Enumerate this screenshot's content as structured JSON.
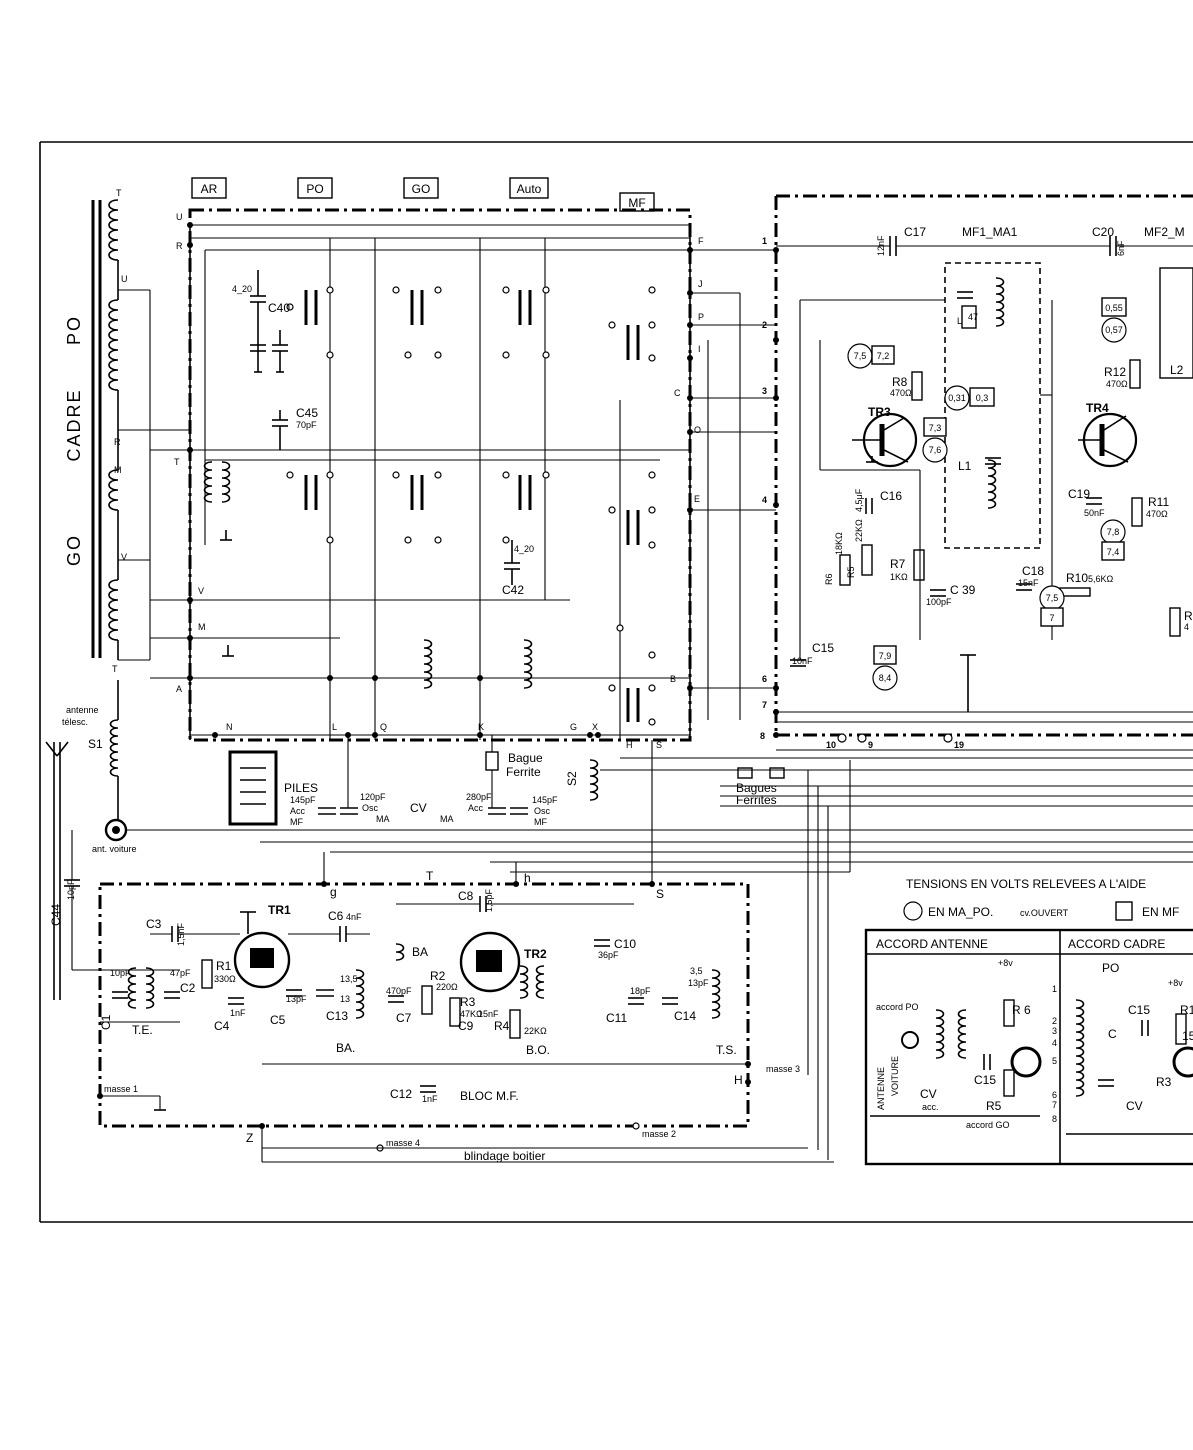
{
  "band_tabs": [
    "AR",
    "PO",
    "GO",
    "Auto"
  ],
  "mf_tab": "MF",
  "cadre": {
    "po": "PO",
    "cadre": "CADRE",
    "go": "GO"
  },
  "node_letters": {
    "t1": "T",
    "u1": "U",
    "u2": "U",
    "r1": "R",
    "r2": "R",
    "t2": "T",
    "m1": "M",
    "v1": "V",
    "v2": "V",
    "m2": "M",
    "t3": "T",
    "a": "A",
    "n": "N",
    "l": "L",
    "q": "Q",
    "k": "K",
    "g": "G",
    "x": "X",
    "h": "H",
    "s": "S",
    "f": "F",
    "j": "J",
    "p": "P",
    "i": "I",
    "c": "C",
    "o": "O",
    "e": "E",
    "b": "B",
    "n1": "1",
    "n2": "2",
    "n3": "3",
    "n4": "4",
    "n6": "6",
    "n7": "7",
    "n8": "8",
    "n9": "9",
    "n10": "10",
    "n19": "19"
  },
  "components": {
    "c40": "C40",
    "c40v": "4_20",
    "c45": "C45",
    "c45v": "70pF",
    "c42": "C42",
    "c42v": "4_20",
    "c17": "C17",
    "c17v": "12nF",
    "c20": "C20",
    "c20v": "6nF",
    "mf1": "MF1_MA1",
    "mf2": "MF2_M",
    "r8": "R8",
    "r8v": "470Ω",
    "tr3": "TR3",
    "tr4": "TR4",
    "r12": "R12",
    "r12v": "470Ω",
    "l1": "L1",
    "l2": "L2",
    "lmark": "L",
    "n47": "47",
    "c16": "C16",
    "c16v": "4,5μF",
    "r6": "R6",
    "r6v": "18KΩ",
    "r5": "R5",
    "r5v": "22KΩ",
    "r7": "R7",
    "r7v": "1KΩ",
    "c39": "C 39",
    "c39v": "100pF",
    "c18": "C18",
    "c18v": "15nF",
    "c19": "C19",
    "c19v": "50nF",
    "r11": "R11",
    "r11v": "470Ω",
    "r10": "R10",
    "r10v": "5,6KΩ",
    "c15": "C15",
    "c15v": "10nF",
    "rtr": "R",
    "rtrv": "4",
    "antenne": "antenne",
    "telesc": "télesc.",
    "s1": "S1",
    "ant_voiture": "ant. voiture",
    "piles": "PILES",
    "cv": "CV",
    "ma1": "MA",
    "ma2": "MA",
    "cv145a": "145pF",
    "cv_acc1": "Acc",
    "cv_mf1": "MF",
    "cv120": "120pF",
    "cv_osc1": "Osc",
    "cv280": "280pF",
    "cv_acc2": "Acc",
    "cv145b": "145pF",
    "cv_osc2": "Osc",
    "cv_mf2": "MF",
    "bague": "Bague",
    "ferrite": "Ferrite",
    "s2": "S2",
    "bagues": "Bagues",
    "ferrites": "Ferrites",
    "c44": "C44",
    "c44v": "10pF",
    "t": "T",
    "g_small": "g",
    "h_small": "h",
    "s_small": "S",
    "c3": "C3",
    "c3v": "1,5nF",
    "tr1": "TR1",
    "c6": "C6",
    "c6v": "4nF",
    "c8": "C8",
    "c8v": "1,5pF",
    "tr2": "TR2",
    "c10": "C10",
    "c10v": "36pF",
    "c1": "C1",
    "c1v": "10pF",
    "c2": "C2",
    "c2v": "47pF",
    "te": "T.E.",
    "r1": "R1",
    "r1v": "330Ω",
    "c4": "C4",
    "c4v": "1nF",
    "c5": "C5",
    "c5v": "13pF",
    "c13": "C13",
    "c13v1": "13,5",
    "c13v2": "13",
    "ba": "BA",
    "ba2": "BA.",
    "c7": "C7",
    "c7v": "470pF",
    "r2": "R2",
    "r2v": "220Ω",
    "r3": "R3",
    "r3v": "47KΩ",
    "c9": "C9",
    "c9v": "15nF",
    "r4": "R4",
    "r4v": "22KΩ",
    "bo": "B.O.",
    "c11": "C11",
    "c11v": "18pF",
    "c14": "C14",
    "c14v1": "3,5",
    "c14v2": "13pF",
    "ts": "T.S.",
    "masse1": "masse 1",
    "masse2": "masse 2",
    "masse3": "masse 3",
    "masse4": "masse 4",
    "c12": "C12",
    "c12v": "1nF",
    "bloc_mf": "BLOC M.F.",
    "z": "Z",
    "h_big": "H",
    "blindage": "blindage boitier"
  },
  "voltage_tags": [
    "0,55",
    "0,57",
    "7,5",
    "7,2",
    "0,31",
    "0,3",
    "7,3",
    "7,6",
    "7,8",
    "7,4",
    "7,5",
    "7",
    "7,9",
    "8,4"
  ],
  "legend": {
    "title": "TENSIONS EN VOLTS RELEVEES A L'AIDE",
    "ma_po": "EN MA_PO.",
    "cv_ouvert": "cv.OUVERT",
    "en_mf": "EN MF"
  },
  "inset": {
    "accord_antenne": "ACCORD ANTENNE",
    "accord_cadre": "ACCORD CADRE",
    "po": "PO",
    "plus8v_a": "+8v",
    "plus8v_b": "+8v",
    "r6": "R 6",
    "r5": "R5",
    "accord_po": "accord PO",
    "antenne": "ANTENNE",
    "voiture": "VOITURE",
    "cv": "CV",
    "acc": "acc.",
    "c15": "C15",
    "accord_go": "accord GO",
    "c15b": "C15",
    "c": "C",
    "cv2": "CV",
    "r_right": "R1",
    "r_right_v": "15",
    "r3": "R3",
    "pins": [
      "1",
      "2",
      "3",
      "4",
      "5",
      "6",
      "7",
      "8"
    ]
  }
}
